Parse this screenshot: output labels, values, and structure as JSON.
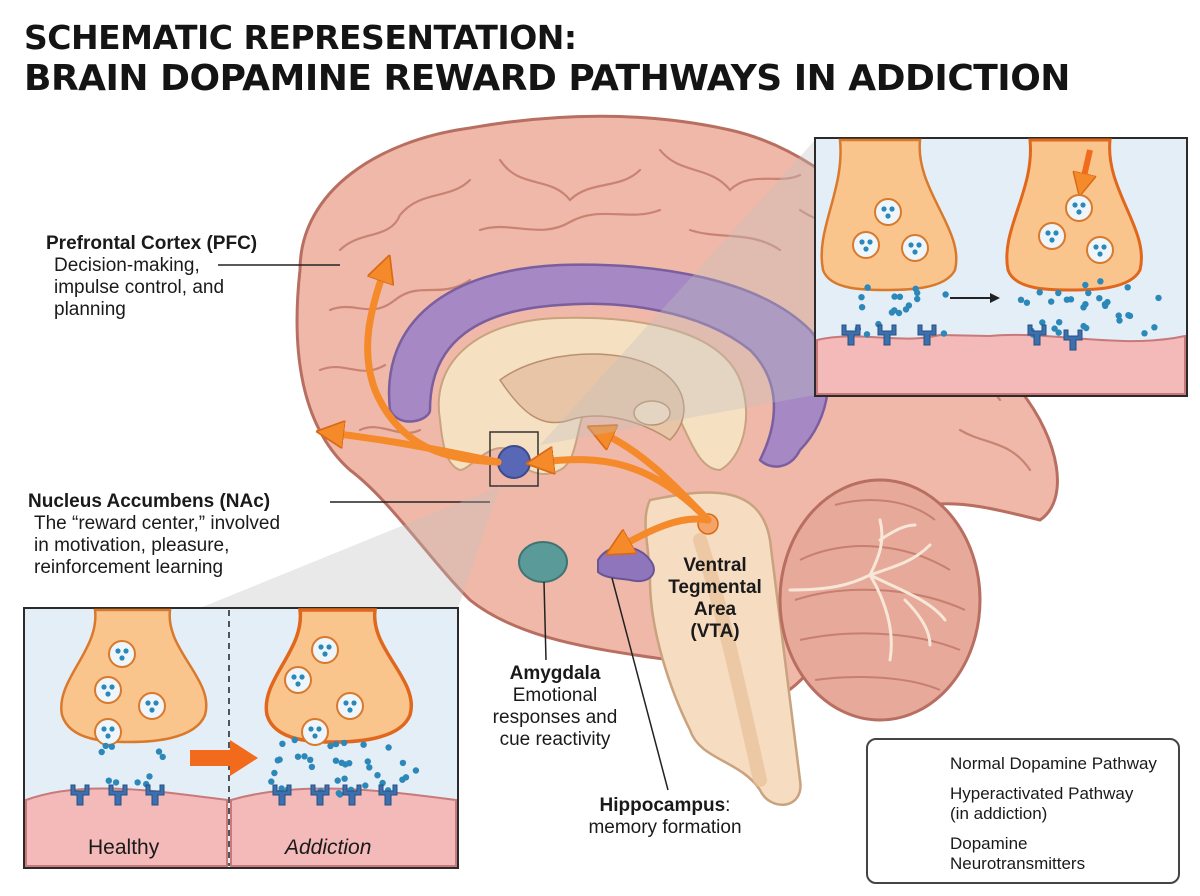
{
  "title": {
    "line1": "SCHEMATIC REPRESENTATION:",
    "line2": "BRAIN DOPAMINE REWARD PATHWAYS IN ADDICTION"
  },
  "labels": {
    "pfc": {
      "name": "Prefrontal Cortex (PFC)",
      "desc": "Decision-making,\nimpulse control, and\nplanning"
    },
    "nac": {
      "name": "Nucleus Accumbens (NAc)",
      "desc": "The “reward center,” involved\nin motivation, pleasure,\nreinforcement learning"
    },
    "vta": {
      "name": "Ventral\nTegmental\nArea\n(VTA)"
    },
    "amygdala": {
      "name": "Amygdala",
      "desc": "Emotional\nresponses and\ncue reactivity"
    },
    "hippocampus": {
      "name": "Hippocampus",
      "desc": "memory formation"
    }
  },
  "synapse_panel": {
    "healthy_label": "Healthy",
    "addiction_label": "Addiction"
  },
  "legend": {
    "normal": "Normal Dopamine Pathway",
    "hyper": "Hyperactivated Pathway\n(in addiction)",
    "dopamine": "Dopamine\nNeurotransmitters"
  },
  "colors": {
    "brain": "#f0b8a8",
    "brain_outline": "#b86f62",
    "gyrus": "#e39e8e",
    "corpus_callosum": "#a588c4",
    "pathway": "#f58a2a",
    "neuron": "#f9c58c",
    "neuron_outline": "#d9792c",
    "dopamine": "#2c88b8",
    "receptor": "#3b6fae",
    "membrane": "#f4b9b9",
    "nac": "#5868b6",
    "amygdala": "#5a9a98"
  }
}
